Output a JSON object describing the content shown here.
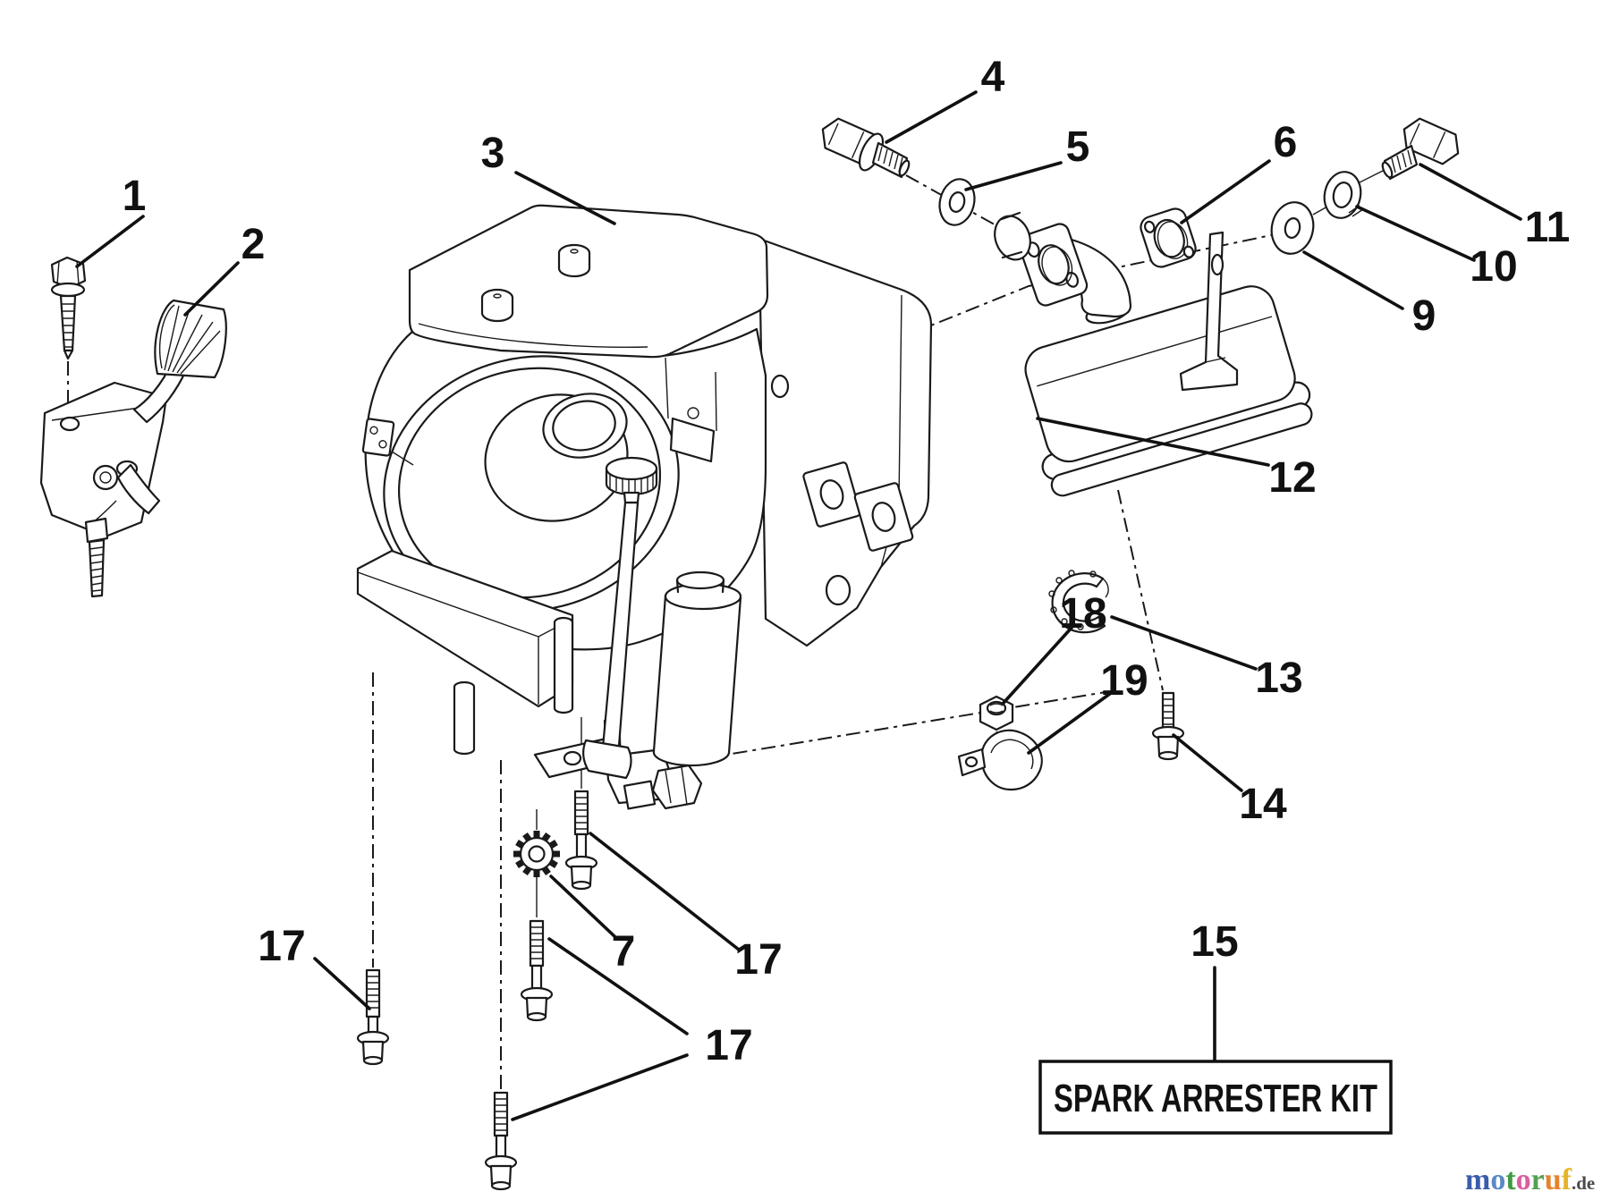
{
  "page": {
    "background": "#ffffff",
    "ink": "#1a1a1a"
  },
  "diagram": {
    "callouts": {
      "c1": {
        "label": "1"
      },
      "c2": {
        "label": "2"
      },
      "c3": {
        "label": "3"
      },
      "c4": {
        "label": "4"
      },
      "c5": {
        "label": "5"
      },
      "c6": {
        "label": "6"
      },
      "c7": {
        "label": "7"
      },
      "c9": {
        "label": "9"
      },
      "c10": {
        "label": "10"
      },
      "c11": {
        "label": "11"
      },
      "c12": {
        "label": "12"
      },
      "c13": {
        "label": "13"
      },
      "c14": {
        "label": "14"
      },
      "c15": {
        "label": "15"
      },
      "c17_left": {
        "label": "17"
      },
      "c17_right": {
        "label": "17"
      },
      "c17_bottom": {
        "label": "17"
      },
      "c18": {
        "label": "18"
      },
      "c19": {
        "label": "19"
      }
    },
    "kit_box": {
      "label": "SPARK ARRESTER KIT"
    }
  },
  "watermark": {
    "letters": [
      {
        "ch": "m",
        "color": "#3a5ca9"
      },
      {
        "ch": "o",
        "color": "#5b8ac5"
      },
      {
        "ch": "t",
        "color": "#3f9b42"
      },
      {
        "ch": "o",
        "color": "#d95f9f"
      },
      {
        "ch": "r",
        "color": "#55a054"
      },
      {
        "ch": "u",
        "color": "#e5822e"
      },
      {
        "ch": "f",
        "color": "#e7b32b"
      }
    ],
    "suffix": ".de",
    "suffix_color": "#4a4a4a"
  }
}
